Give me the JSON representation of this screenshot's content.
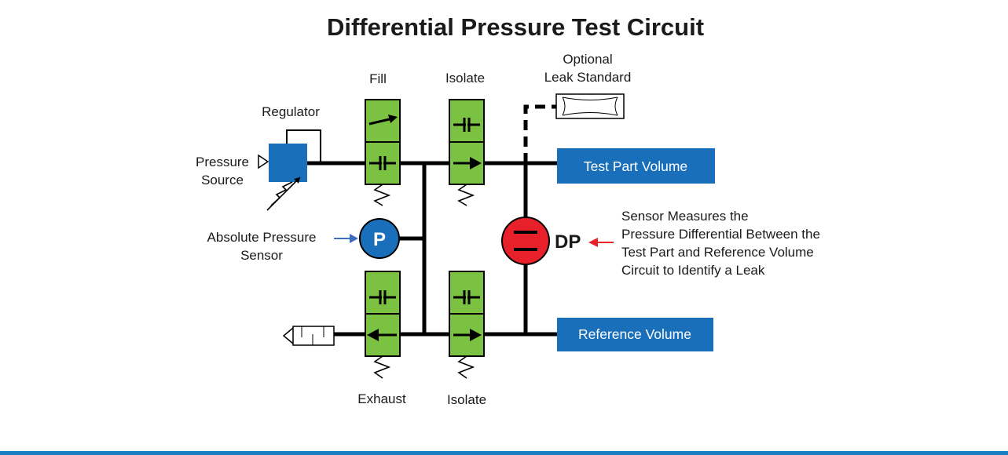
{
  "diagram": {
    "title": "Differential Pressure Test Circuit",
    "labels": {
      "regulator": "Regulator",
      "pressure_source_1": "Pressure",
      "pressure_source_2": "Source",
      "fill": "Fill",
      "isolate_top": "Isolate",
      "optional_1": "Optional",
      "optional_2": "Leak Standard",
      "abs_sensor_1": "Absolute Pressure",
      "abs_sensor_2": "Sensor",
      "exhaust": "Exhaust",
      "isolate_bottom": "Isolate",
      "dp_note_1": "Sensor Measures the",
      "dp_note_2": "Pressure Differential Between the",
      "dp_note_3": "Test Part and Reference Volume",
      "dp_note_4": "Circuit to Identify a Leak"
    },
    "boxes": {
      "test_part": "Test Part Volume",
      "reference": "Reference Volume"
    },
    "sensors": {
      "p": "P",
      "dp": "DP"
    }
  },
  "colors": {
    "valve_green": "#7bc142",
    "box_blue": "#1a6fba",
    "sensor_p_blue": "#1a6fba",
    "sensor_dp_red": "#e8202a",
    "arrow_red": "#e8202a",
    "arrow_blue": "#3a6fc0",
    "footer_bar": "#1a7fc1"
  },
  "icons": [
    "pressure-source-triangle-icon",
    "regulator-icon",
    "spring-icon",
    "exhaust-muffler-icon",
    "leak-standard-icon"
  ]
}
